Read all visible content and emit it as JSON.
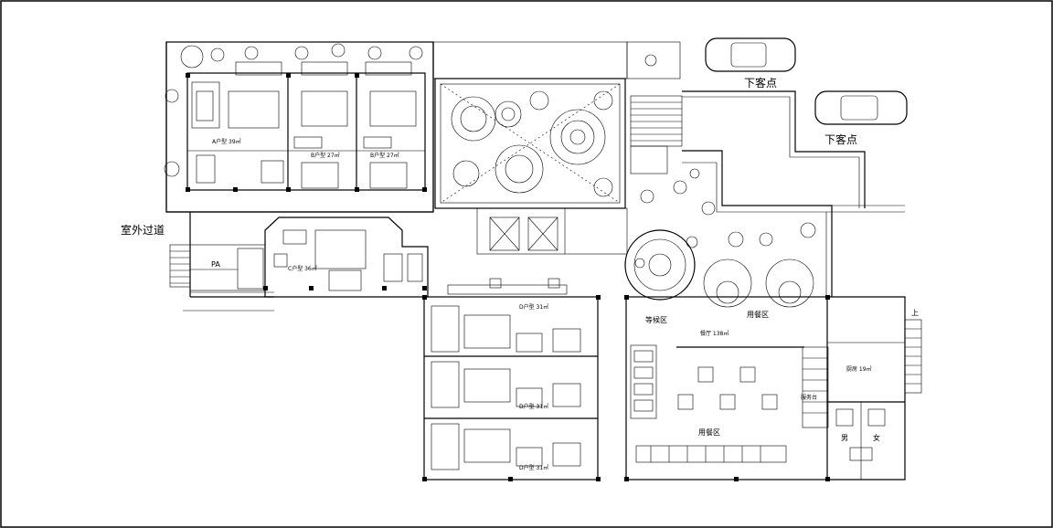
{
  "labels": {
    "outdoor_corridor": "室外过道",
    "dropoff_1": "下客点",
    "dropoff_2": "下客点",
    "room_a": "A户型 39㎡",
    "room_b1": "B户型 27㎡",
    "room_b2": "B户型 27㎡",
    "room_c": "C户型 36㎡",
    "room_d1": "D户型 31㎡",
    "room_d2": "D户型 31㎡",
    "room_d3": "D户型 31㎡",
    "pa": "PA",
    "waiting": "等候区",
    "dining_1": "用餐区",
    "dining_2": "用餐区",
    "restaurant": "餐厅 138㎡",
    "kitchen": "厨房 19㎡",
    "service": "服务台",
    "male": "男",
    "female": "女",
    "up": "上"
  },
  "colors": {
    "line": "#000000",
    "background": "#ffffff"
  }
}
